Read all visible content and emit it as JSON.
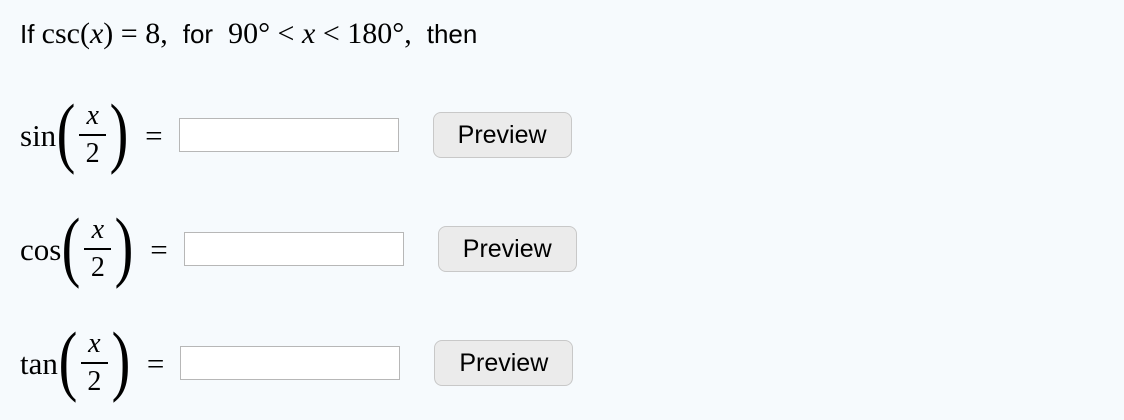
{
  "colors": {
    "page_background": "#f6fafd",
    "text": "#000000",
    "input_background": "#ffffff",
    "input_border": "#b7b7b7",
    "button_background": "#ebebeb",
    "button_border": "#c8c8c8"
  },
  "title": {
    "if_text": "If ",
    "func": "csc(",
    "arg": "x",
    "equals_value": ") = 8,",
    "for_text": "for",
    "range_left": "90° < ",
    "range_var": "x",
    "range_right": " < 180°,",
    "then_text": "then"
  },
  "rows": [
    {
      "func": "sin",
      "open_paren": "(",
      "numerator": "x",
      "denominator": "2",
      "close_paren": ")",
      "equals": "=",
      "input_value": "",
      "button_label": "Preview"
    },
    {
      "func": "cos",
      "open_paren": "(",
      "numerator": "x",
      "denominator": "2",
      "close_paren": ")",
      "equals": "=",
      "input_value": "",
      "button_label": "Preview"
    },
    {
      "func": "tan",
      "open_paren": "(",
      "numerator": "x",
      "denominator": "2",
      "close_paren": ")",
      "equals": "=",
      "input_value": "",
      "button_label": "Preview"
    }
  ]
}
